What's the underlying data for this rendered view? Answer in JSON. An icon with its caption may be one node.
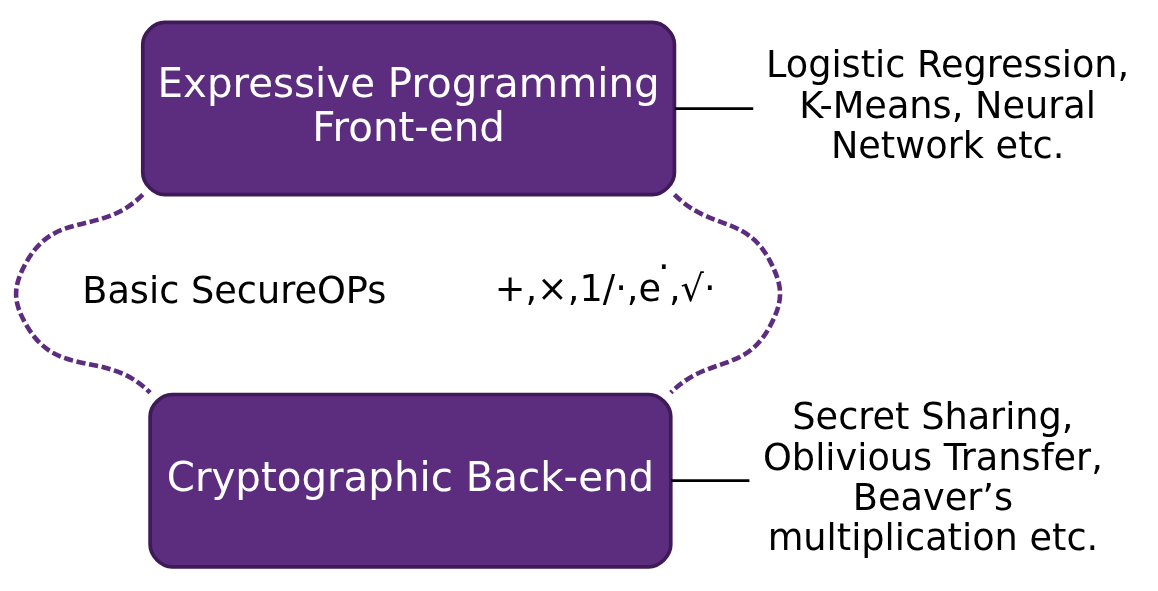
{
  "diagram": {
    "nodes": [
      {
        "text": [
          "Expressive Programming Front-end"
        ],
        "beside": [
          "Logistic Regression, K-Means, Neural Network etc."
        ]
      },
      {
        "text": [
          "Cryptographic Back-end"
        ],
        "beside": [
          "Secret Sharing, Oblivious Transfer, Beaver’s multiplication etc."
        ]
      }
    ],
    "edges": [
      {
        "from": 0,
        "to": 1,
        "arrow": "none",
        "style": "dashed"
      },
      {
        "from": 0,
        "to": 1,
        "arrow": "none",
        "style": "dashed"
      }
    ],
    "labels": [
      "Basic SecureOPs",
      "+,×,1/·,e$^{·}$,√·"
    ]
  }
}
